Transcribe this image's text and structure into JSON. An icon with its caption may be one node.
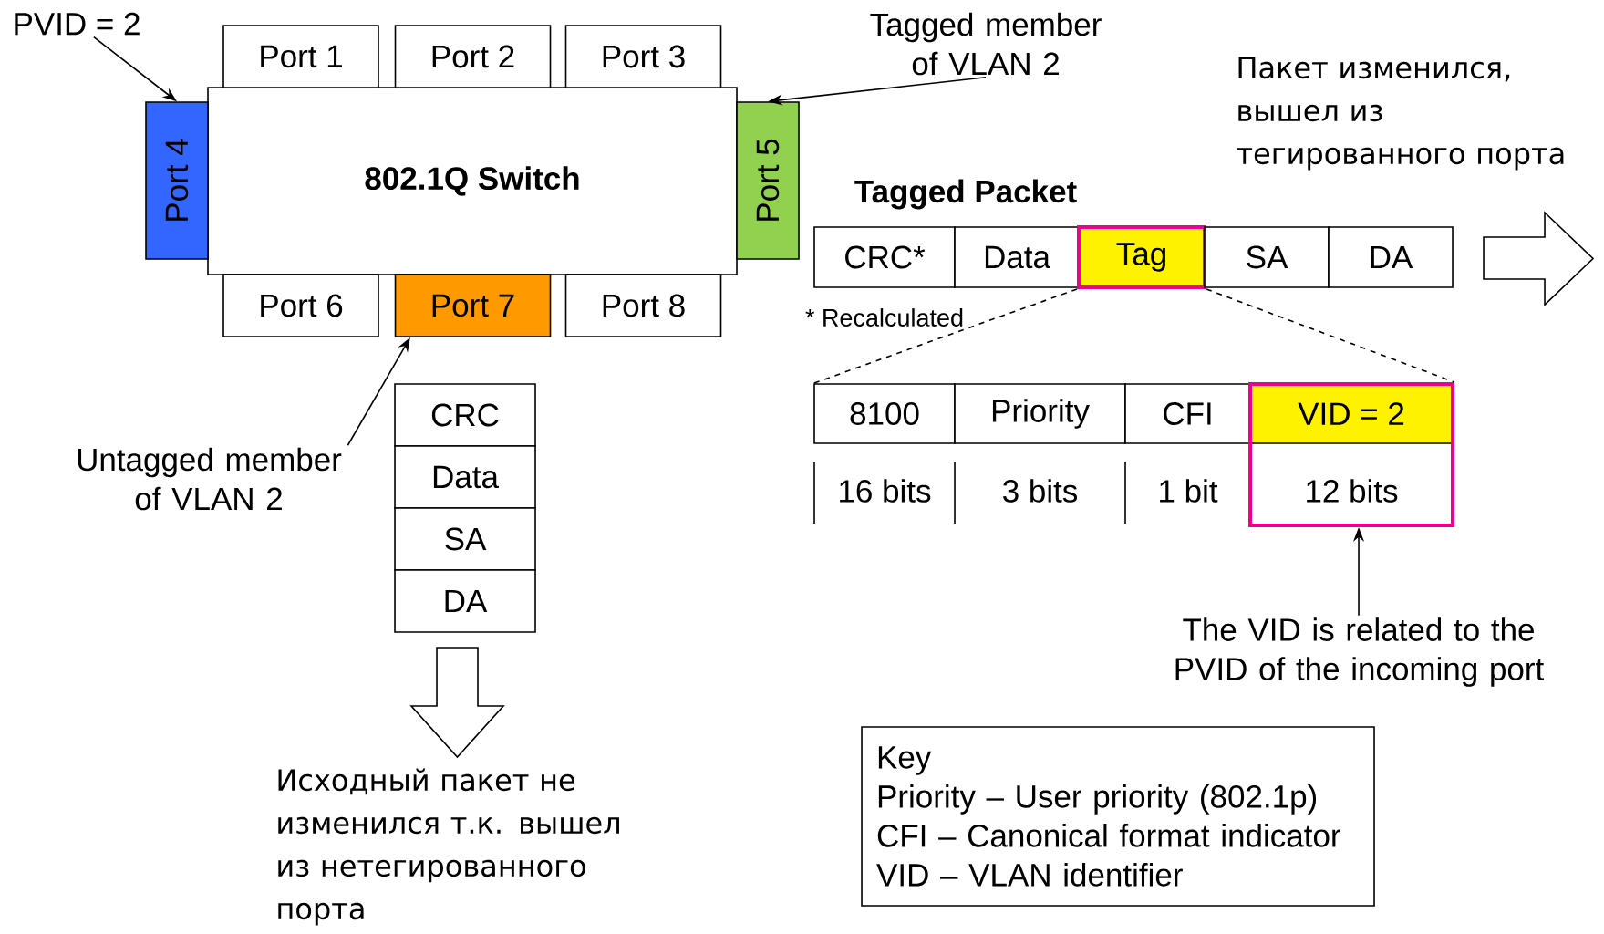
{
  "diagram": {
    "nodes": [
      {
        "text": [
          "802.1Q Switch"
        ]
      },
      {
        "text": [
          "Port 1"
        ]
      },
      {
        "text": [
          "Port 2"
        ]
      },
      {
        "text": [
          "Port 3"
        ]
      },
      {
        "text": [
          "Port 4"
        ]
      },
      {
        "text": [
          "Port 5"
        ]
      },
      {
        "text": [
          "Port 6"
        ]
      },
      {
        "text": [
          "Port 7"
        ]
      },
      {
        "text": [
          "Port 8"
        ]
      },
      {
        "text": [
          "PVID = 2"
        ]
      },
      {
        "text": [
          "Tagged member of VLAN 2"
        ]
      },
      {
        "text": [
          "Untagged member of VLAN 2"
        ]
      },
      {
        "text": [
          "CRC*"
        ]
      },
      {
        "text": [
          "Data"
        ]
      },
      {
        "text": [
          "Tag"
        ]
      },
      {
        "text": [
          "SA"
        ]
      },
      {
        "text": [
          "DA"
        ]
      },
      {
        "text": [
          "8100"
        ]
      },
      {
        "text": [
          "Priority"
        ]
      },
      {
        "text": [
          "CFI"
        ]
      },
      {
        "text": [
          "VID = 2",
          "12 bits"
        ]
      },
      {
        "text": [
          "The VID is related to the PVID of the incoming port"
        ]
      },
      {
        "text": [
          "CRC"
        ]
      },
      {
        "text": [
          "Data"
        ]
      },
      {
        "text": [
          "SA"
        ]
      },
      {
        "text": [
          "DA"
        ]
      },
      {
        "text": [
          "Key",
          "Priority – User priority (802.1p)",
          "CFI – Canonical format indicator",
          "VID – VLAN identifier"
        ]
      }
    ],
    "edges": [
      {
        "from": 9,
        "to": 4,
        "arrow": "to"
      },
      {
        "from": 10,
        "to": 5,
        "arrow": "to"
      },
      {
        "from": 11,
        "to": 7,
        "arrow": "to"
      },
      {
        "from": 21,
        "to": 20,
        "arrow": "to"
      },
      {
        "from": 14,
        "to": 17,
        "arrow": "none",
        "style": "dashed"
      },
      {
        "from": 14,
        "to": 20,
        "arrow": "none",
        "style": "dashed"
      }
    ],
    "labels": [
      "Пакет изменился, вышел из тегированного порта",
      "Tagged Packet",
      "* Recalculated",
      "16 bits",
      "3 bits",
      "1 bit",
      "Исходный пакет не изменился т.к. вышел из нетегированного порта"
    ]
  }
}
